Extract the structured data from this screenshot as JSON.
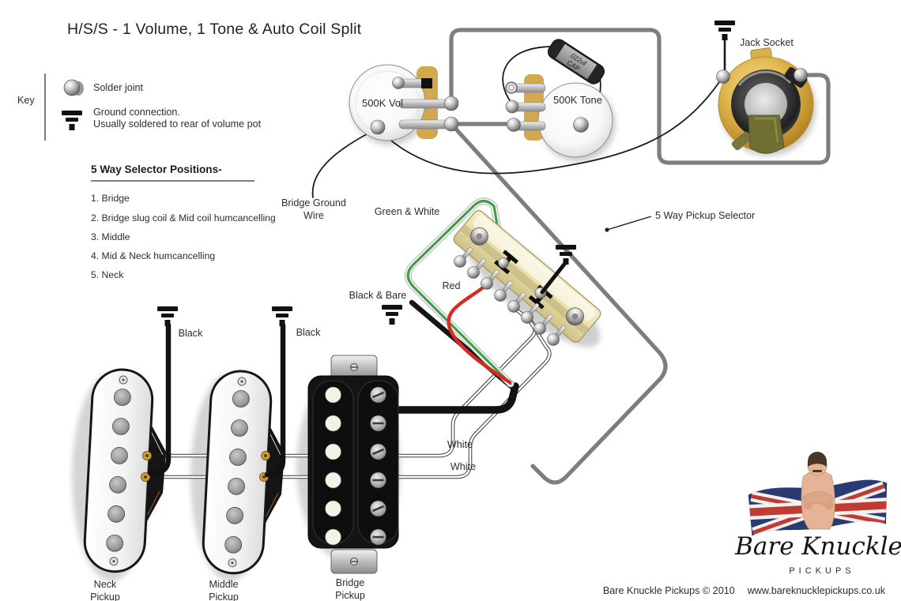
{
  "title": "H/S/S - 1 Volume, 1 Tone & Auto Coil Split",
  "key": {
    "label": "Key",
    "solder_joint": "Solder joint",
    "ground_line1": "Ground connection.",
    "ground_line2": "Usually soldered to rear of volume pot"
  },
  "selector_positions": {
    "heading": "5 Way Selector Positions-",
    "items": [
      "1. Bridge",
      "2. Bridge slug coil & Mid coil humcancelling",
      "3. Middle",
      "4. Mid & Neck humcancelling",
      "5. Neck"
    ]
  },
  "components": {
    "volume_pot": "500K Vol",
    "tone_pot": "500K Tone",
    "cap_line1": ".022uf",
    "cap_line2": "CAP",
    "jack_socket": "Jack Socket",
    "selector": "5 Way Pickup Selector"
  },
  "wire_labels": {
    "bridge_ground_line1": "Bridge Ground",
    "bridge_ground_line2": "Wire",
    "green_white": "Green & White",
    "black_bare": "Black & Bare",
    "red": "Red",
    "white_upper": "White",
    "white_lower": "White",
    "black_neck": "Black",
    "black_middle": "Black"
  },
  "pickups": {
    "neck_line1": "Neck",
    "neck_line2": "Pickup",
    "middle_line1": "Middle",
    "middle_line2": "Pickup",
    "bridge_line1": "Bridge",
    "bridge_line2": "Pickup"
  },
  "brand": {
    "script_name": "Bare Knuckle",
    "sub_name": "PICKUPS",
    "footer_text": "Bare Knuckle Pickups © 2010",
    "footer_url": "www.bareknucklepickups.co.uk"
  },
  "colors": {
    "lug_strip_gold": "#d2a94c",
    "wire_gray": "#7e7e7e",
    "wire_green": "#3f9e47",
    "wire_red": "#d62b20",
    "selector_cream": "#eadfae",
    "jack_gold": "#d8ac3e",
    "clip_olive": "#6f6f33"
  }
}
